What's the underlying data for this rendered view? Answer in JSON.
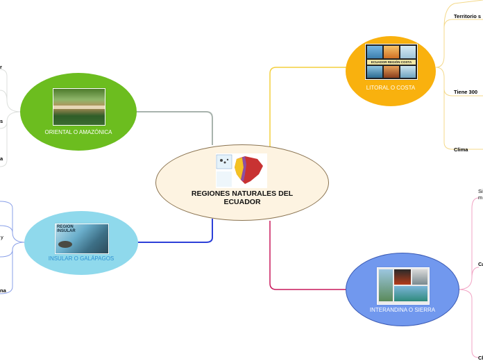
{
  "colors": {
    "center_fill": "#fdf3e1",
    "oriental": "#6cbd1f",
    "litoral": "#f9b10e",
    "insular": "#8fd9ec",
    "interandina": "#7198ee",
    "link_oriental": "#a8b3ad",
    "link_litoral": "#f4cf3d",
    "link_insular": "#2c3fd8",
    "link_interandina": "#c8185b"
  },
  "center": {
    "title": "REGIONES NATURALES DEL ECUADOR"
  },
  "oriental": {
    "label": "ORIENTAL O AMAZÓNICA",
    "leaves": [
      "r",
      "s",
      "a"
    ]
  },
  "litoral": {
    "label": "LITORAL O COSTA",
    "image_caption": "ECUADOR REGIÓN COSTA",
    "leaves": [
      "Territorio s",
      "Tiene 300",
      "Clima"
    ]
  },
  "insular": {
    "label": "INSULAR O GALÁPAGOS",
    "image_title_1": "REGION",
    "image_title_2": "INSULAR",
    "leaves": [
      "y",
      "na"
    ]
  },
  "interandina": {
    "label": "INTERANDINA O SIERRA",
    "leaves": [
      "Si",
      "m",
      "Ca",
      "Cl"
    ]
  }
}
